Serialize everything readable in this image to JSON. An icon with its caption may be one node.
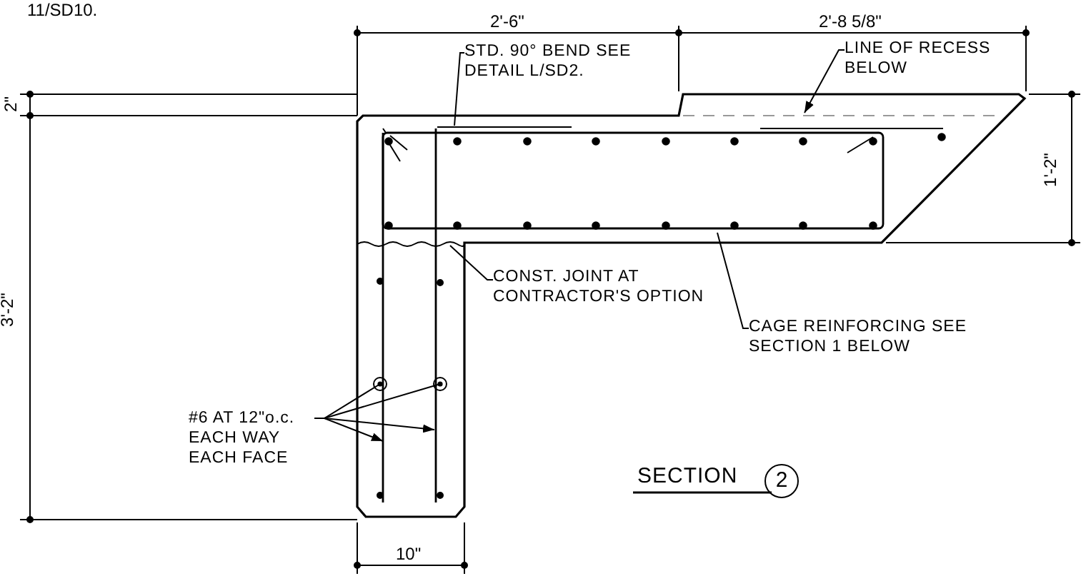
{
  "diagram": {
    "nodes": [
      {
        "text": [
          "STD. 90° BEND SEE DETAIL L/SD2."
        ]
      },
      {
        "text": [
          "LINE OF RECESS BELOW"
        ]
      },
      {
        "text": [
          "CONST. JOINT AT CONTRACTOR'S OPTION"
        ]
      },
      {
        "text": [
          "CAGE REINFORCING SEE SECTION 1 BELOW"
        ]
      },
      {
        "text": [
          "#6 AT 12\"o.c. EACH WAY EACH FACE"
        ]
      }
    ],
    "edges": [
      {
        "from": 0,
        "to": null,
        "arrow": "none"
      },
      {
        "from": 1,
        "to": null,
        "arrow": "to"
      },
      {
        "from": 2,
        "to": null,
        "arrow": "none"
      },
      {
        "from": 3,
        "to": null,
        "arrow": "none"
      },
      {
        "from": 4,
        "to": null,
        "arrow": "other"
      },
      {
        "from": 4,
        "to": null,
        "arrow": "other"
      },
      {
        "from": 4,
        "to": null,
        "arrow": "to"
      },
      {
        "from": 4,
        "to": null,
        "arrow": "to"
      }
    ],
    "labels": [
      "11/SD10.",
      "2'-6\"",
      "2'-8 5/8\"",
      "2\"",
      "3'-2\"",
      "1'-2\"",
      "10\"",
      "SECTION",
      "2"
    ]
  }
}
